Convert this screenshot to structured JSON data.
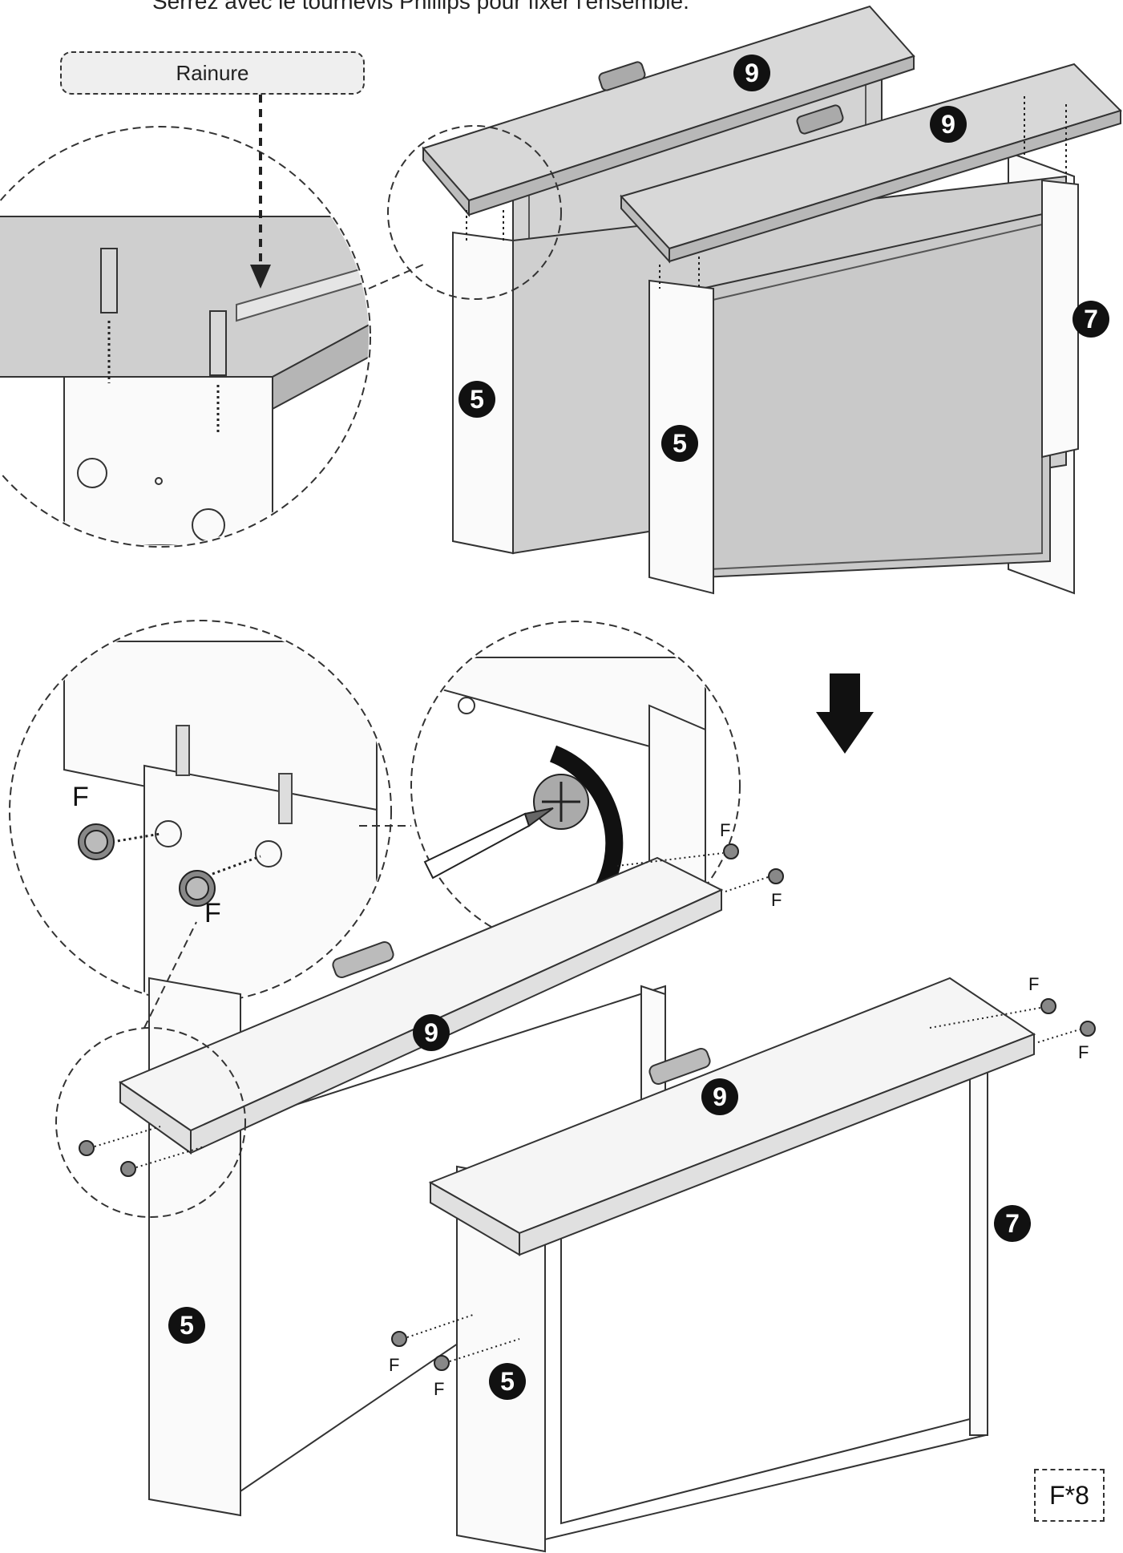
{
  "caption": "Serrez avec le tournevis Phillips pour fixer l'ensemble.",
  "callout_groove": "Rainure",
  "part_numbers": {
    "top_panel_a": "9",
    "top_panel_b": "9",
    "side_panel_a": "5",
    "side_panel_b": "5",
    "back_panel": "7",
    "bottom_top_a": "9",
    "bottom_top_b": "9",
    "bottom_side_a": "5",
    "bottom_side_b": "5",
    "bottom_back": "7"
  },
  "fastener_label": "F",
  "fastener_count": "F*8",
  "icons": [
    "down-arrow-icon",
    "rotate-clockwise-icon",
    "phillips-screwdriver-icon",
    "cam-lock-icon"
  ]
}
